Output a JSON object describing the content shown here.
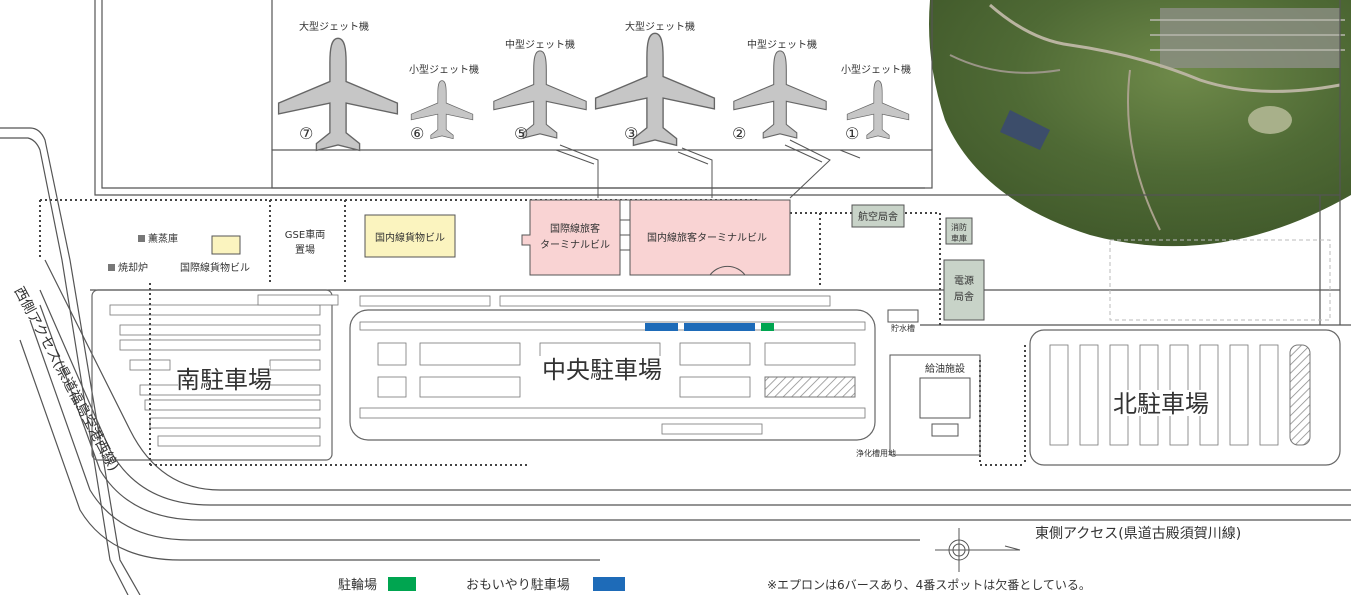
{
  "aircraft_labels": {
    "spot7": "大型ジェット機",
    "spot6": "小型ジェット機",
    "spot5": "中型ジェット機",
    "spot3": "大型ジェット機",
    "spot2": "中型ジェット機",
    "spot1": "小型ジェット機"
  },
  "spot_numbers": {
    "spot7": "⑦",
    "spot6": "⑥",
    "spot5": "⑤",
    "spot3": "③",
    "spot2": "②",
    "spot1": "①"
  },
  "buildings": {
    "incinerator_storage": "薫蒸庫",
    "incinerator": "焼却炉",
    "intl_cargo": "国際線貨物ビル",
    "gse_line1": "GSE車両",
    "gse_line2": "置場",
    "dom_cargo": "国内線貨物ビル",
    "intl_terminal_line1": "国際線旅客",
    "intl_terminal_line2": "ターミナルビル",
    "dom_terminal": "国内線旅客ターミナルビル",
    "aviation_bureau": "航空局舎",
    "fire_line1": "消防",
    "fire_line2": "車庫",
    "power_line1": "電源",
    "power_line2": "局舎",
    "water_tank": "貯水槽",
    "fuel_facility": "給油施設",
    "septic": "浄化槽用地"
  },
  "parking": {
    "south": "南駐車場",
    "central": "中央駐車場",
    "north": "北駐車場"
  },
  "roads": {
    "west_access": "西側アクセス(県道福島空港西線)",
    "east_access": "東側アクセス(県道古殿須賀川線)"
  },
  "legend": {
    "bicycle": "駐輪場",
    "bicycle_color": "#00a550",
    "omoiyari": "おもいやり駐車場",
    "omoiyari_color": "#1e6bb8",
    "note": "※エプロンは6バースあり、4番スポットは欠番としている。"
  },
  "colors": {
    "terminal": "#f9d3d3",
    "cargo": "#fbf4bf",
    "facility": "#c8d3c8",
    "plane": "#c6c6c6"
  }
}
